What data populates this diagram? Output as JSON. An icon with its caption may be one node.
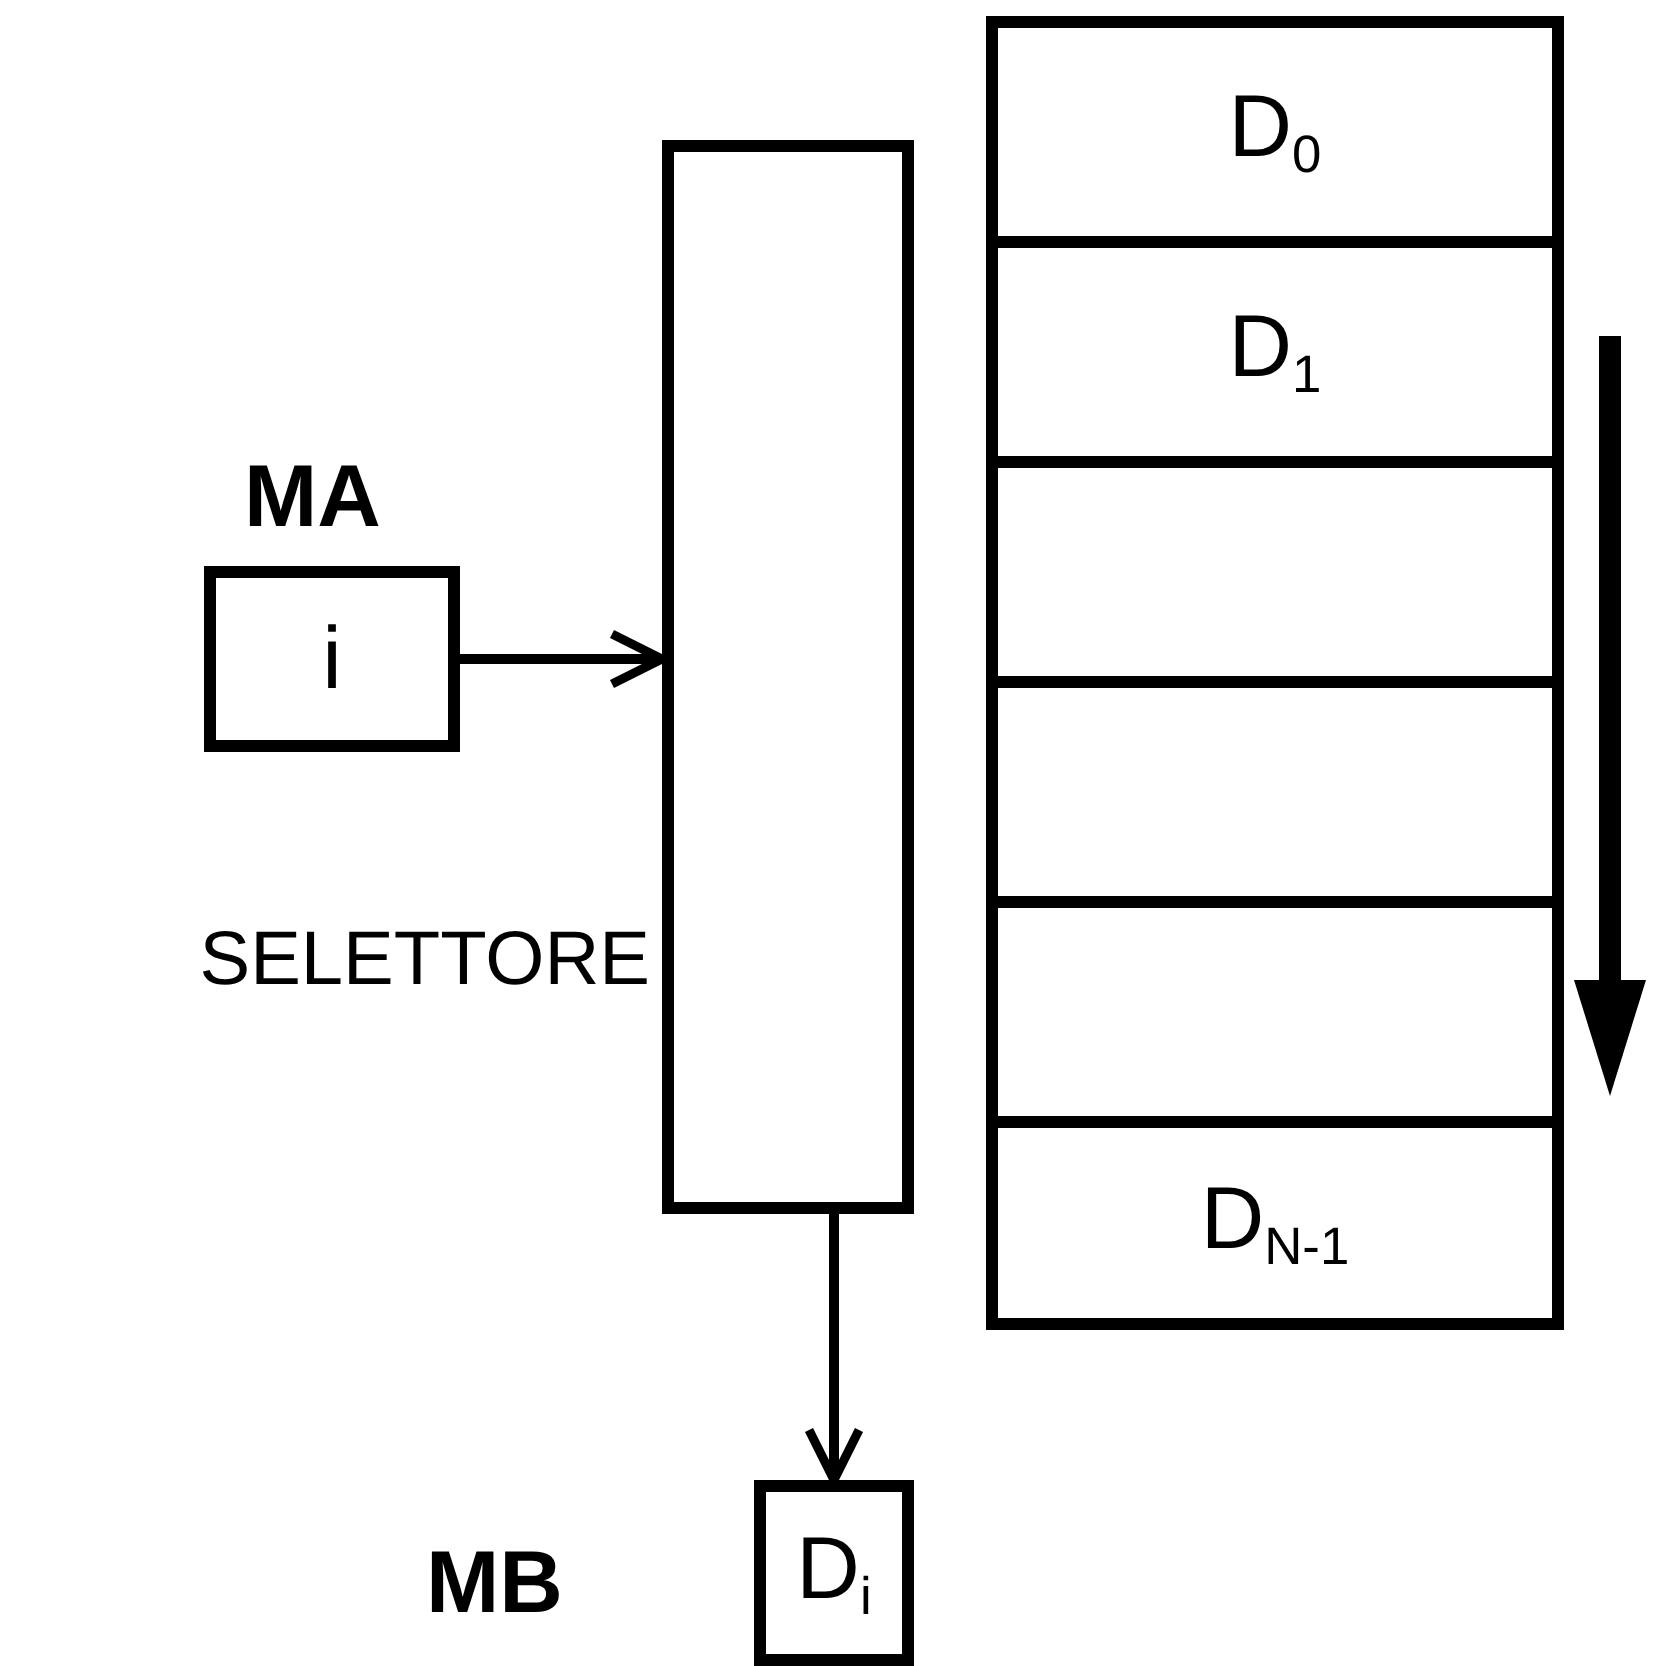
{
  "diagram": {
    "nodes": [
      {
        "text": [
          "MA",
          "i"
        ]
      },
      {
        "text": [
          "SELETTORE"
        ]
      },
      {
        "text": [
          "D$_{0}$"
        ]
      },
      {
        "text": [
          "D$_{1}$"
        ]
      },
      {
        "text": [],
        "shape": "box"
      },
      {
        "text": [],
        "shape": "box"
      },
      {
        "text": [],
        "shape": "box"
      },
      {
        "text": [
          "D$_{N-1}$"
        ]
      },
      {
        "text": [
          "MB",
          "D$_{i}$"
        ]
      }
    ],
    "edges": [
      {
        "from": 0,
        "to": 1,
        "arrow": "to"
      },
      {
        "from": 1,
        "to": 8,
        "arrow": "to"
      }
    ]
  }
}
